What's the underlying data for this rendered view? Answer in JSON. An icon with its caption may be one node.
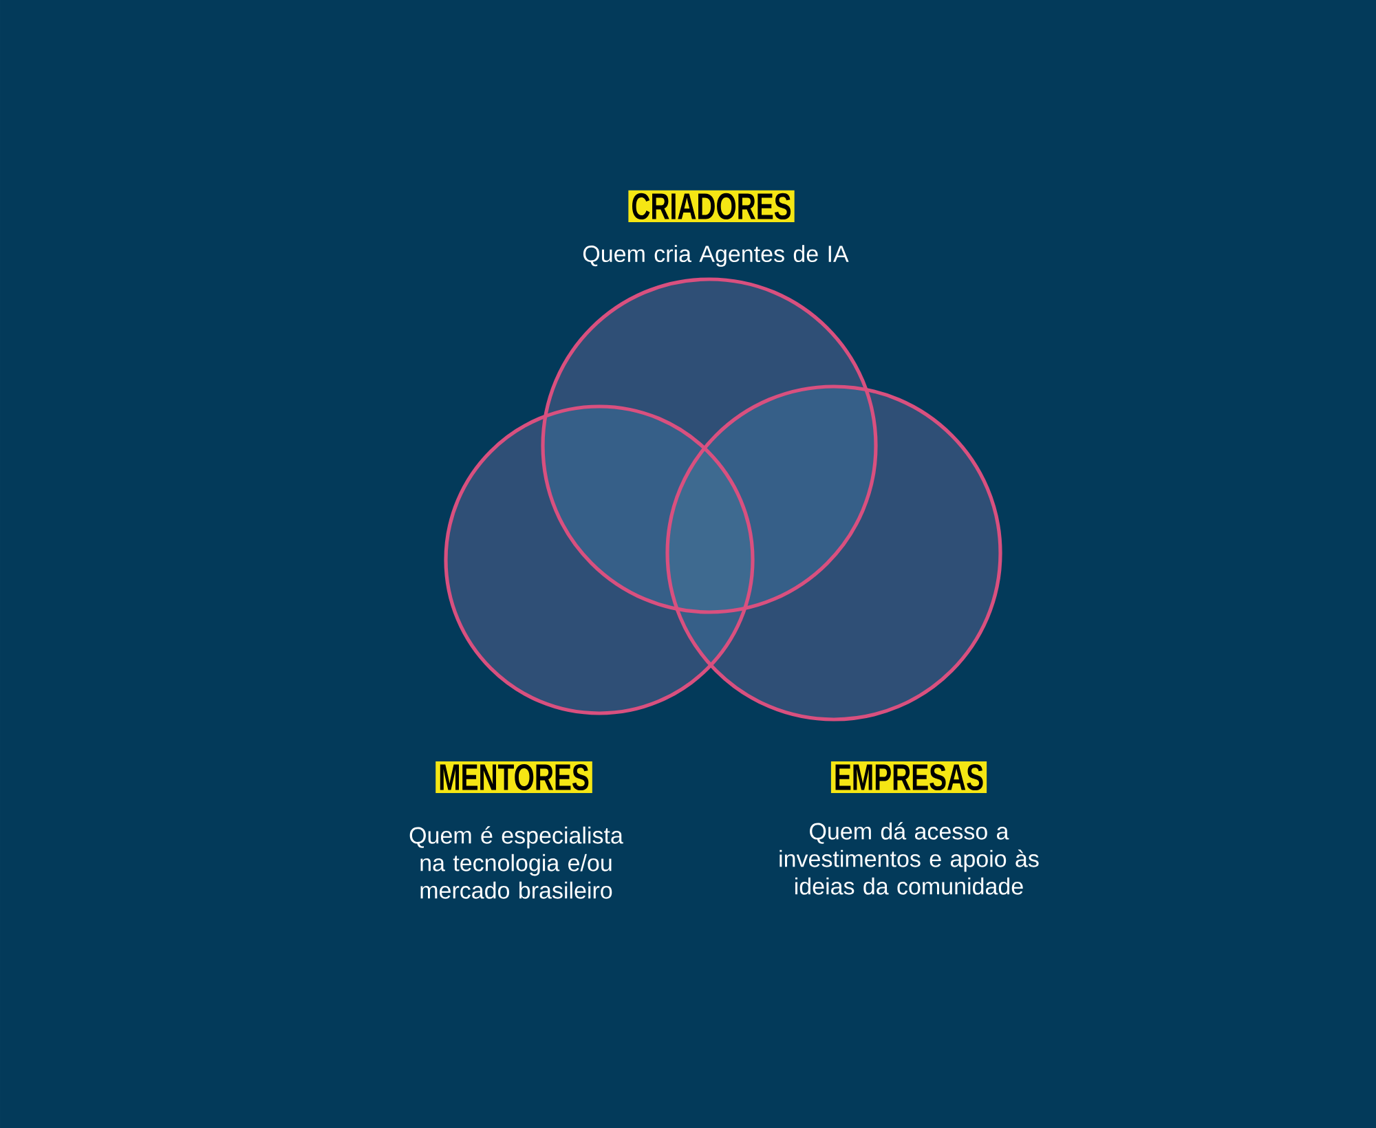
{
  "diagram": {
    "nodes": [
      {
        "text": [
          "CRIADORES",
          "Quem cria Agentes de IA"
        ]
      },
      {
        "text": [
          "MENTORES",
          "Quem é especialista na tecnologia e/ou mercado brasileiro"
        ]
      },
      {
        "text": [
          "EMPRESAS",
          "Quem dá acesso a investimentos e apoio às ideias da comunidade"
        ]
      }
    ]
  }
}
